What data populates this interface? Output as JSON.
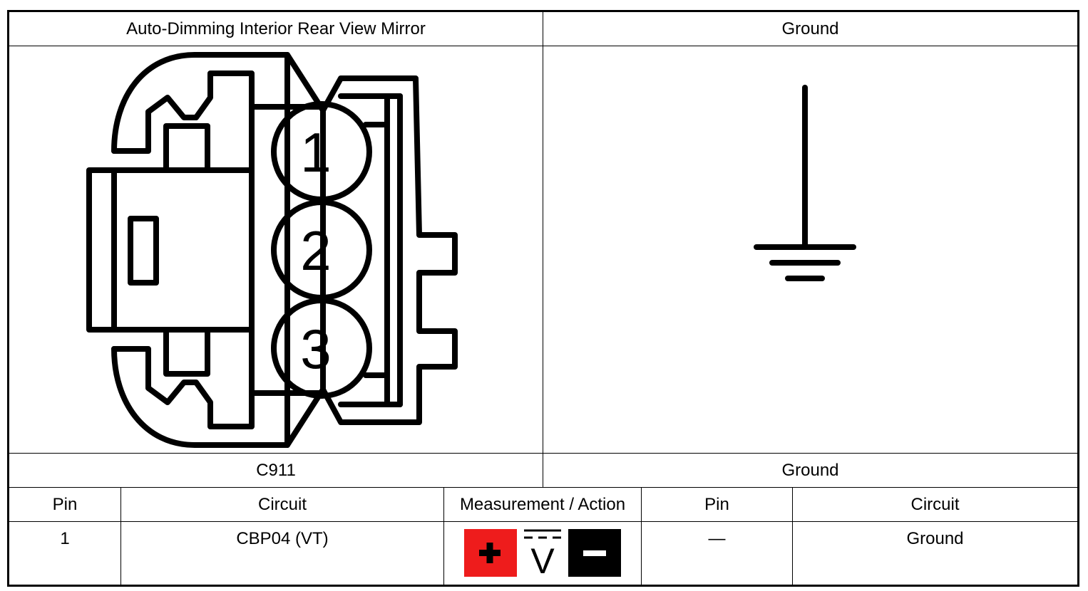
{
  "header": {
    "left_title": "Auto-Dimming Interior Rear View Mirror",
    "right_title": "Ground"
  },
  "connector": {
    "pins": [
      "1",
      "2",
      "3"
    ]
  },
  "subheader": {
    "left_label": "C911",
    "right_label": "Ground"
  },
  "columns": [
    "Pin",
    "Circuit",
    "Measurement / Action",
    "Pin",
    "Circuit"
  ],
  "rows": [
    {
      "pin_a": "1",
      "circuit_a": "CBP04 (VT)",
      "measurement": {
        "positive_icon": "plus-probe-icon",
        "meter_icon": "dc-voltage-icon",
        "meter_label": "V",
        "negative_icon": "minus-probe-icon"
      },
      "pin_b": "—",
      "circuit_b": "Ground"
    }
  ],
  "colors": {
    "positive": "#ee1c1c",
    "negative": "#000000",
    "line": "#000000"
  }
}
